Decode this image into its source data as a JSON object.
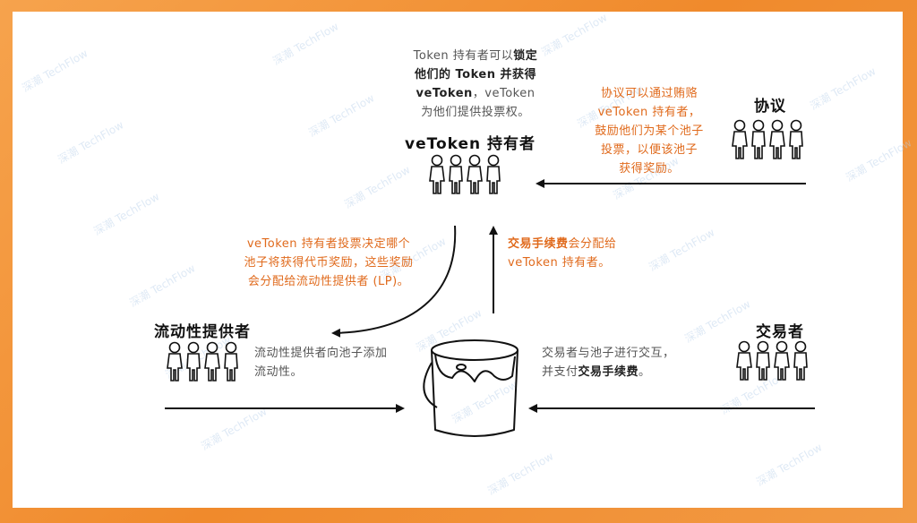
{
  "watermark": "深潮 TechFlow",
  "colors": {
    "frame": "#f08a2c",
    "accent_text": "#e06a1c",
    "line": "#111111"
  },
  "vetoken_holders": {
    "title": "veToken 持有者",
    "desc_lines": [
      [
        "Token 持有者可以",
        "锁定"
      ],
      [
        "他们的 Token 并获得"
      ],
      [
        "veToken",
        "，veToken"
      ],
      [
        "为他们提供投票权。"
      ]
    ],
    "desc": {
      "l1a": "Token 持有者可以",
      "l1b": "锁定",
      "l2": "他们的 Token 并获得",
      "l3a": "veToken",
      "l3b": "，veToken",
      "l4": "为他们提供投票权。"
    },
    "icon": "group-of-people-icon"
  },
  "protocol": {
    "title": "协议",
    "desc": [
      "协议可以通过贿赂",
      "veToken 持有者，",
      "鼓励他们为某个池子",
      "投票，以便该池子",
      "获得奖励。"
    ],
    "icon": "group-of-people-icon"
  },
  "fees_note": {
    "bold": "交易手续费",
    "rest": "会分配给",
    "line2": "veToken 持有者。"
  },
  "vote_note": {
    "lines": [
      "veToken 持有者投票决定哪个",
      "池子将获得代币奖励，这些奖励",
      "会分配给流动性提供者 (LP)。"
    ]
  },
  "lp": {
    "title": "流动性提供者",
    "desc": [
      "流动性提供者向池子添加",
      "流动性。"
    ],
    "icon": "group-of-people-icon"
  },
  "traders": {
    "title": "交易者",
    "desc_l1": "交易者与池子进行交互，",
    "desc_l2a": "并支付",
    "desc_l2b": "交易手续费",
    "desc_l2c": "。",
    "icon": "group-of-people-icon"
  },
  "pool": {
    "icon": "paint-bucket-pool-icon"
  }
}
